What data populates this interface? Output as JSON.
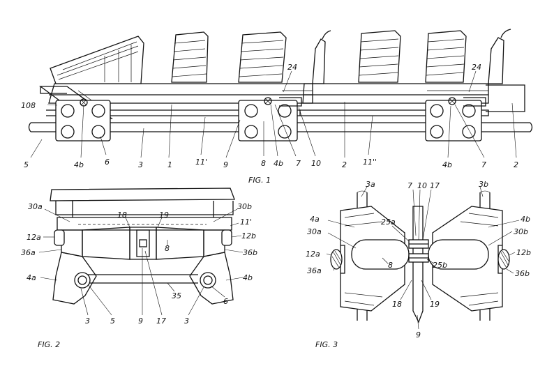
{
  "figures": {
    "fig1": {
      "caption": "FIG. 1",
      "labels": {
        "n108": "108",
        "n24a": "24",
        "n24b": "24",
        "n5": "5",
        "n4b1": "4b",
        "n6": "6",
        "n3": "3",
        "n1": "1",
        "n11p": "11'",
        "n9": "9",
        "n8": "8",
        "n4b2": "4b",
        "n7a": "7",
        "n10": "10",
        "n2a": "2",
        "n11pp": "11''",
        "n4b3": "4b",
        "n7b": "7",
        "n2b": "2"
      }
    },
    "fig2": {
      "caption": "FIG. 2",
      "labels": {
        "n30a": "30a",
        "n18": "18",
        "n19": "19",
        "n30b": "30b",
        "n11p": "11'",
        "n12a": "12a",
        "n12b": "12b",
        "n8": "8",
        "n36a": "36a",
        "n36b": "36b",
        "n4a": "4a",
        "n4b": "4b",
        "n35": "35",
        "n6": "6",
        "n3a": "3",
        "n5": "5",
        "n9": "9",
        "n17": "17",
        "n3b": "3"
      }
    },
    "fig3": {
      "caption": "FIG. 3",
      "labels": {
        "n3a": "3a",
        "n7": "7",
        "n10": "10",
        "n17": "17",
        "n3b": "3b",
        "n4a": "4a",
        "n25a": "25a",
        "n4b": "4b",
        "n30a": "30a",
        "n30b": "30b",
        "n12a": "12a",
        "n8": "8",
        "n25b": "25b",
        "n12b": "12b",
        "n36a": "36a",
        "n36b": "36b",
        "n18": "18",
        "n19": "19",
        "n9": "9"
      }
    }
  }
}
